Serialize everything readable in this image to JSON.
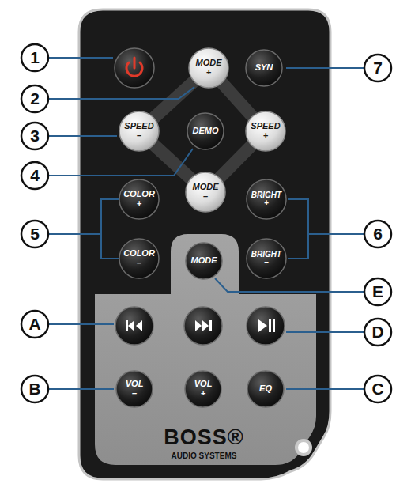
{
  "diagram": {
    "nodes": [
      {
        "text": [
          "MODE +"
        ]
      },
      {
        "text": [
          "SYN"
        ]
      },
      {
        "text": [
          "SPEED –"
        ]
      },
      {
        "text": [
          "DEMO"
        ]
      },
      {
        "text": [
          "SPEED +"
        ]
      },
      {
        "text": [
          "MODE –"
        ]
      },
      {
        "text": [
          "COLOR +"
        ]
      },
      {
        "text": [
          "BRIGHT +"
        ]
      },
      {
        "text": [
          "COLOR –"
        ]
      },
      {
        "text": [
          "MODE"
        ]
      },
      {
        "text": [
          "BRIGHT –"
        ]
      },
      {
        "text": [
          "VOL –"
        ]
      },
      {
        "text": [
          "VOL +"
        ]
      },
      {
        "text": [
          "EQ"
        ]
      }
    ],
    "labels": [
      "1",
      "2",
      "3",
      "4",
      "5",
      "A",
      "B",
      "7",
      "6",
      "E",
      "D",
      "C",
      "BOSS®",
      "AUDIO SYSTEMS"
    ]
  }
}
